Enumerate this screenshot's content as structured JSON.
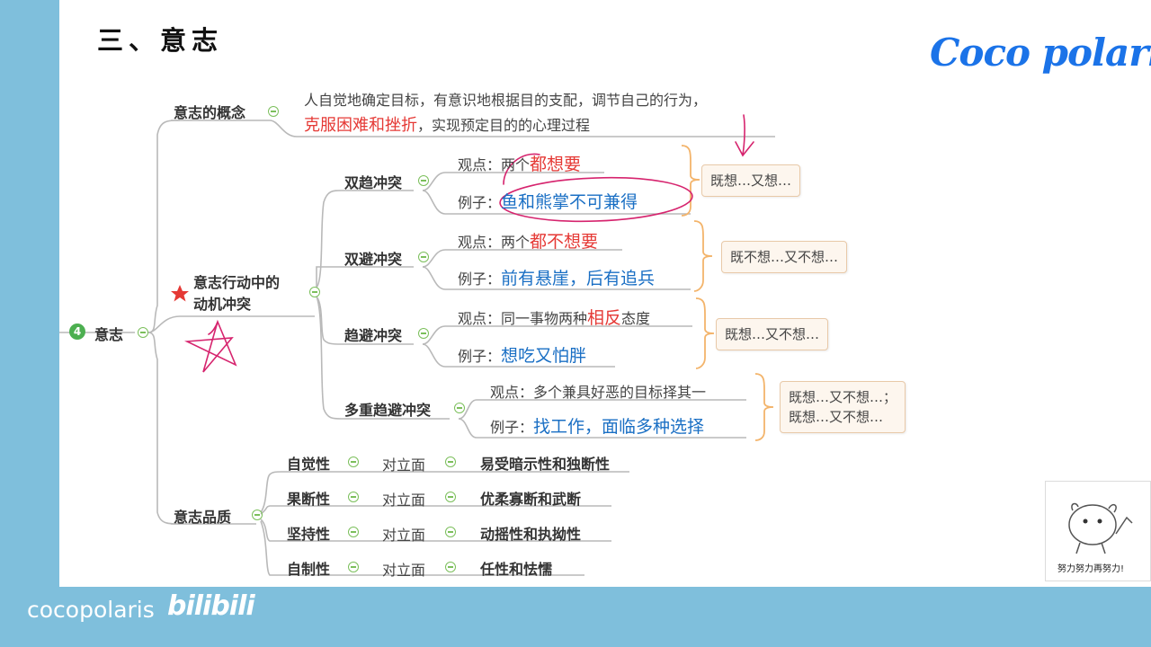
{
  "slide_title": "三、意志",
  "watermark": "Coco polaris",
  "root": {
    "badge": "4",
    "label": "意志"
  },
  "concept": {
    "label": "意志的概念",
    "line1": "人自觉地确定目标，有意识地根据目的支配，调节自己的行为，",
    "line2_red": "克服困难和挫折",
    "line2_rest": "，实现预定目的的心理过程"
  },
  "conflict": {
    "label_line1": "意志行动中的",
    "label_line2": "动机冲突",
    "items": [
      {
        "name": "双趋冲突",
        "view_prefix": "观点：两个",
        "view_red": "都想要",
        "view_suffix": "",
        "example_prefix": "例子：",
        "example_blue": "鱼和熊掌不可兼得",
        "summary": "既想…又想…"
      },
      {
        "name": "双避冲突",
        "view_prefix": "观点：两个",
        "view_red": "都不想要",
        "view_suffix": "",
        "example_prefix": "例子：",
        "example_blue": "前有悬崖，后有追兵",
        "summary": "既不想…又不想…"
      },
      {
        "name": "趋避冲突",
        "view_prefix": "观点：同一事物两种",
        "view_red": "相反",
        "view_suffix": "态度",
        "example_prefix": "例子：",
        "example_blue": "想吃又怕胖",
        "summary": "既想…又不想…"
      },
      {
        "name": "多重趋避冲突",
        "view_prefix": "观点：多个兼具好恶的目标择其一",
        "view_red": "",
        "view_suffix": "",
        "example_prefix": "例子：",
        "example_blue": "找工作，面临多种选择",
        "summary_line1": "既想…又不想…；",
        "summary_line2": "既想…又不想…"
      }
    ]
  },
  "quality": {
    "label": "意志品质",
    "opposite_label": "对立面",
    "rows": [
      {
        "trait": "自觉性",
        "opposite": "易受暗示性和独断性"
      },
      {
        "trait": "果断性",
        "opposite": "优柔寡断和武断"
      },
      {
        "trait": "坚持性",
        "opposite": "动摇性和执拗性"
      },
      {
        "trait": "自制性",
        "opposite": "任性和怯懦"
      }
    ]
  },
  "sticker_caption": "努力努力再努力!",
  "footer": {
    "brand": "cocopolaris",
    "platform": "bilibili"
  },
  "colors": {
    "branch": "#b9b9b9",
    "accent_red": "#e53935",
    "accent_blue": "#1a6fc4",
    "bracket": "#f3b46b",
    "annotation": "#d6246e"
  }
}
